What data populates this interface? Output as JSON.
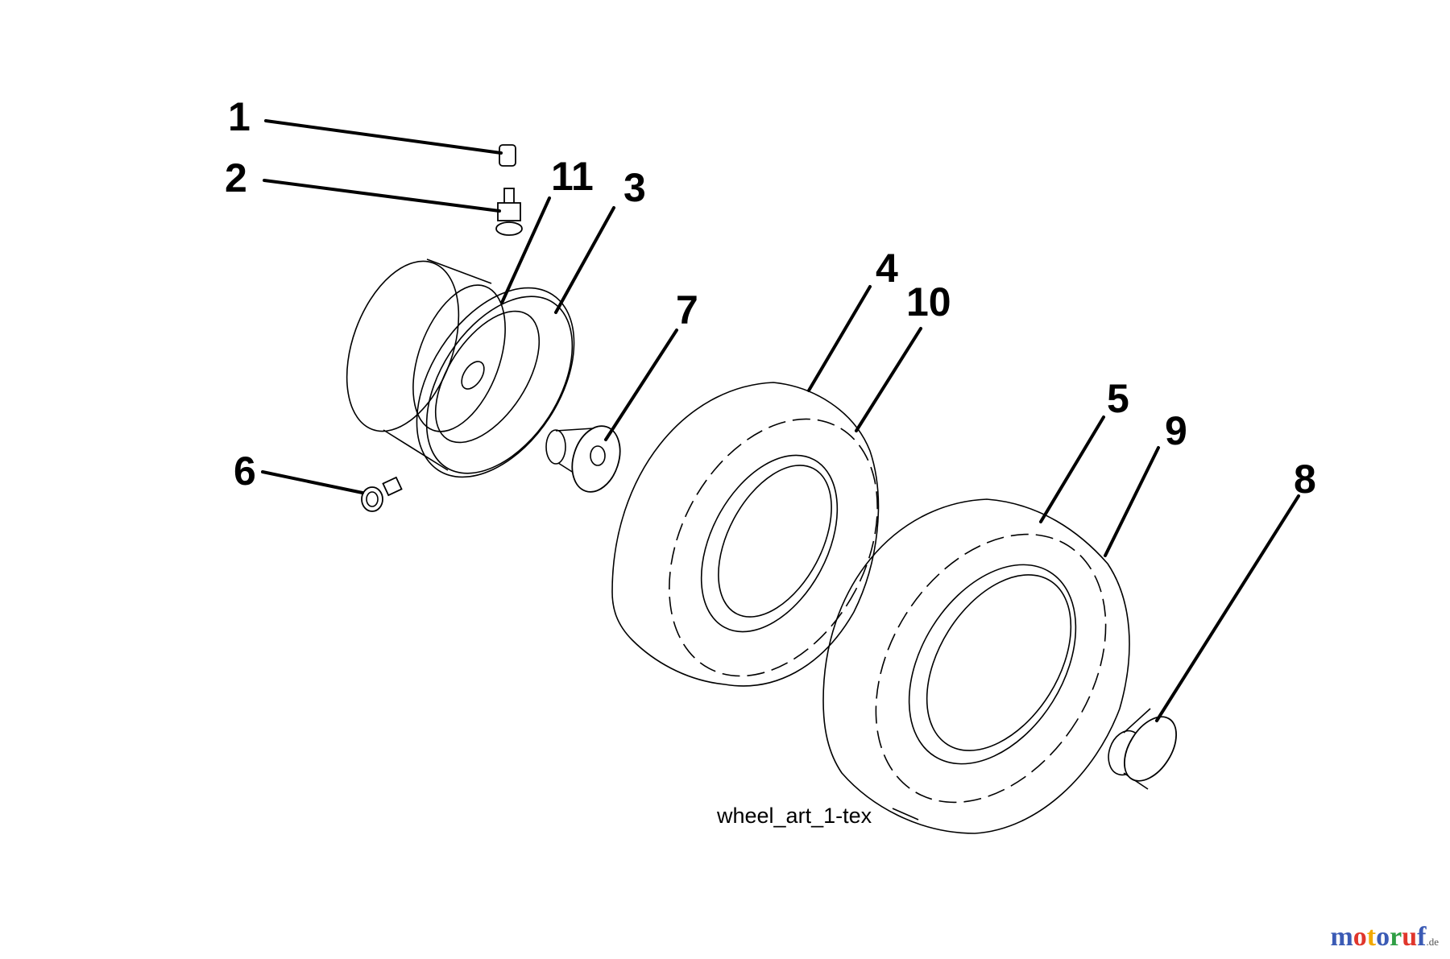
{
  "diagram": {
    "caption": "wheel_art_1-tex",
    "callouts": [
      {
        "id": "1",
        "label": "1"
      },
      {
        "id": "2",
        "label": "2"
      },
      {
        "id": "3",
        "label": "3"
      },
      {
        "id": "4",
        "label": "4"
      },
      {
        "id": "5",
        "label": "5"
      },
      {
        "id": "6",
        "label": "6"
      },
      {
        "id": "7",
        "label": "7"
      },
      {
        "id": "8",
        "label": "8"
      },
      {
        "id": "9",
        "label": "9"
      },
      {
        "id": "10",
        "label": "10"
      },
      {
        "id": "11",
        "label": "11"
      }
    ]
  },
  "watermark": {
    "letters": [
      "m",
      "o",
      "t",
      "o",
      "r",
      "u",
      "f"
    ],
    "letter_colors": [
      "#3b5bb5",
      "#e0362c",
      "#f2a900",
      "#3b5bb5",
      "#2e9e44",
      "#e0362c",
      "#3b5bb5"
    ],
    "suffix": ".de"
  }
}
